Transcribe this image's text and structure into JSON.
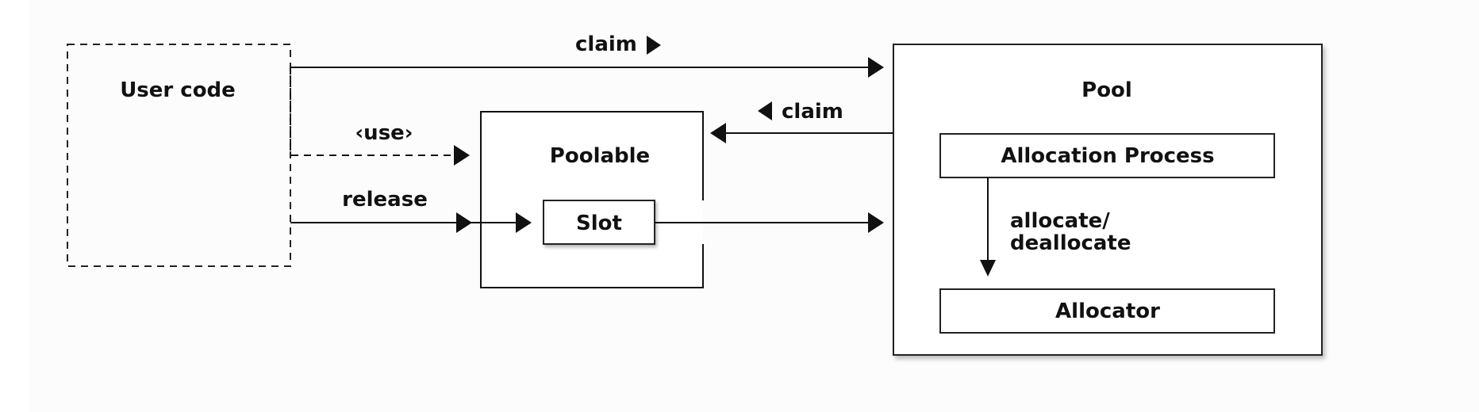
{
  "diagram": {
    "user_code_label": "User code",
    "poolable_label": "Poolable",
    "slot_label": "Slot",
    "pool_label": "Pool",
    "allocation_process_label": "Allocation Process",
    "allocator_label": "Allocator"
  },
  "edges": {
    "claim_top_label": "claim",
    "claim_return_label": "claim",
    "use_label": "‹use›",
    "release_label": "release",
    "allocate_label_line1": "allocate/",
    "allocate_label_line2": "deallocate"
  },
  "colors": {
    "background": "#ffffff",
    "outer_panel": "#fcfcfc",
    "stroke": "#222222",
    "text": "#111111"
  }
}
